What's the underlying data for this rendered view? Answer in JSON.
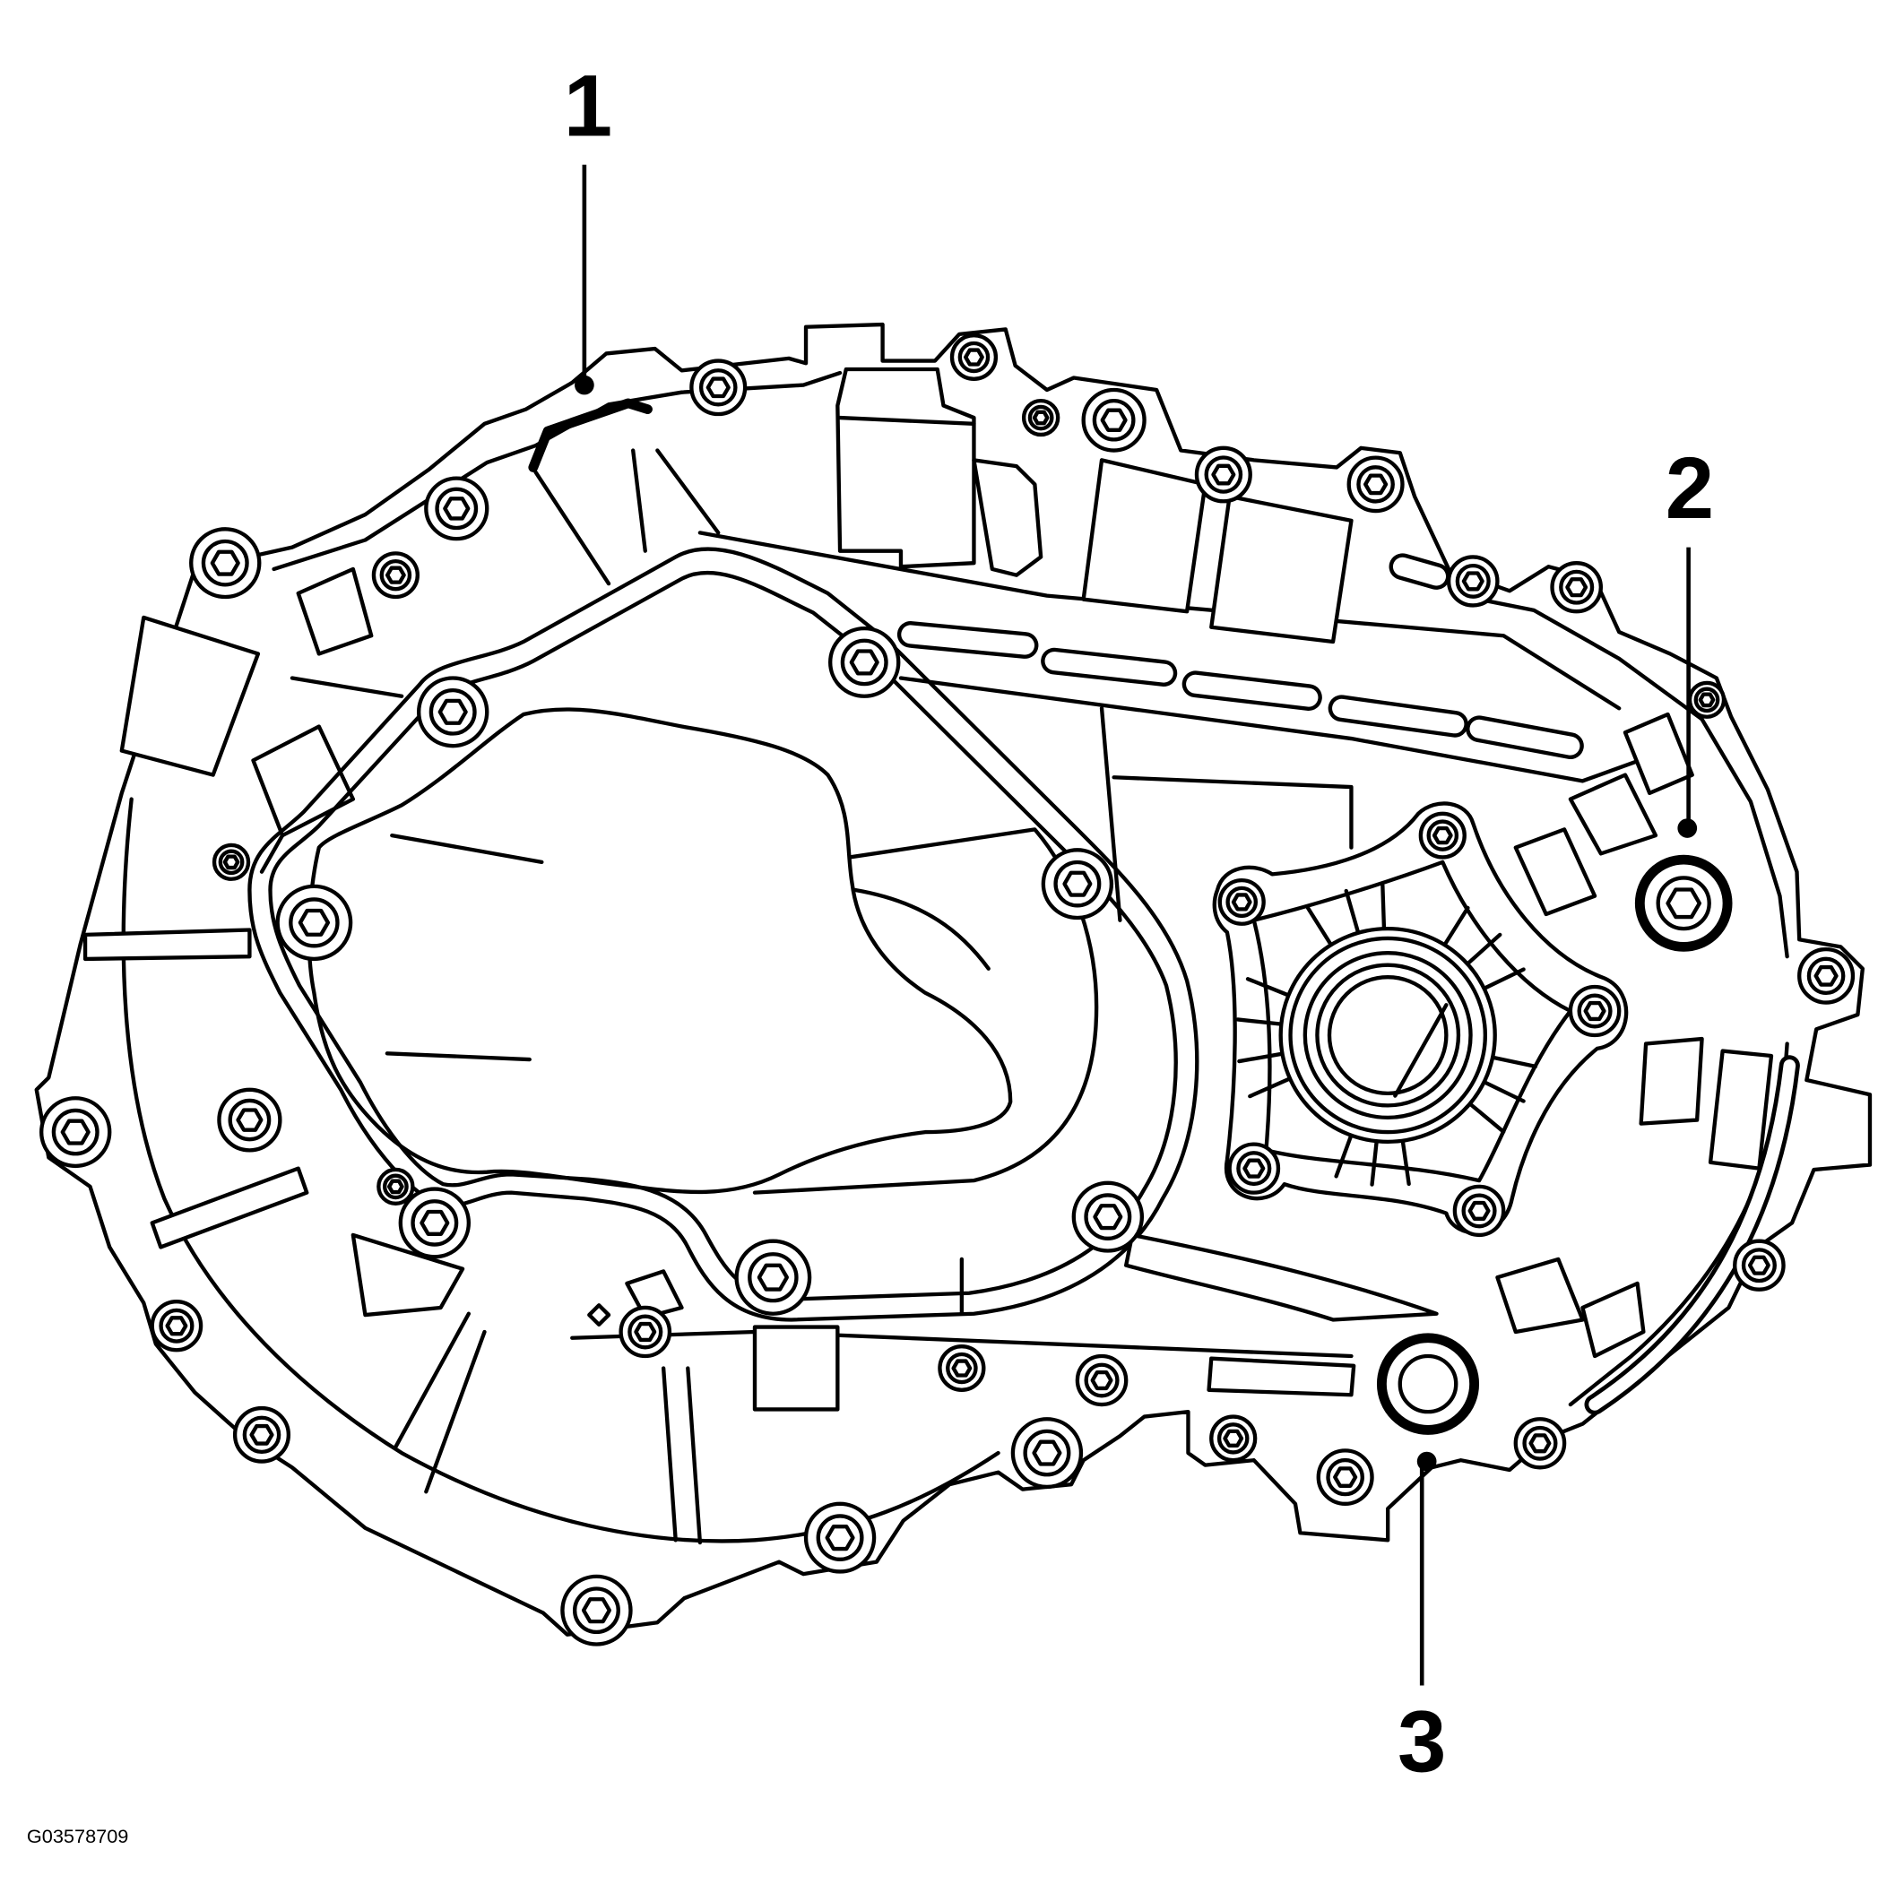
{
  "callouts": [
    {
      "label": "1"
    },
    {
      "label": "2"
    },
    {
      "label": "3"
    }
  ],
  "figure_code": "G03578709"
}
